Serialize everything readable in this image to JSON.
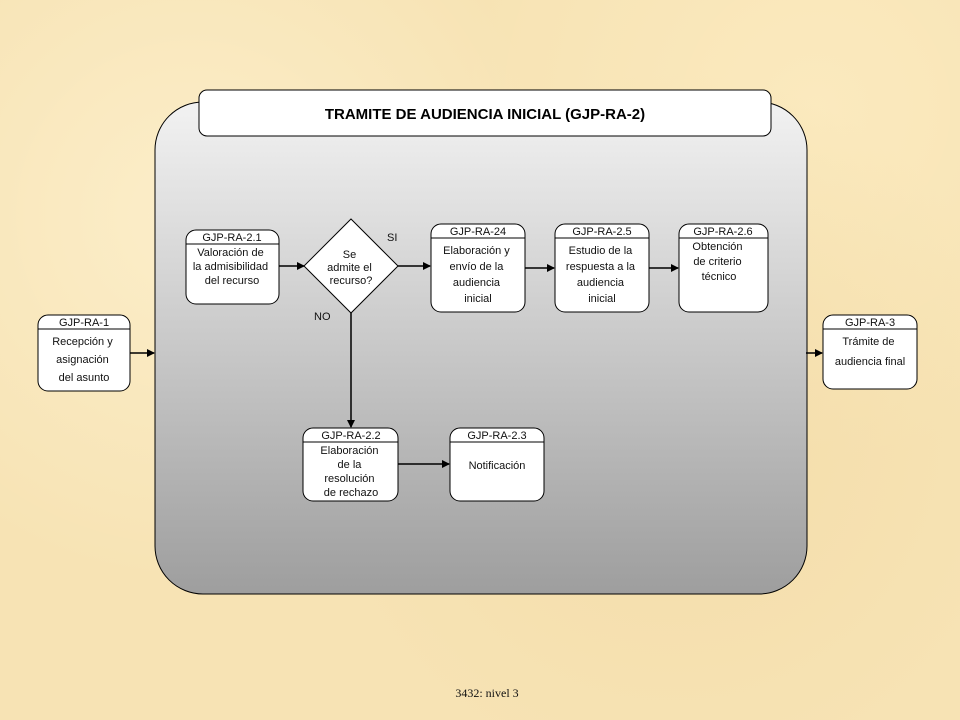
{
  "title": "TRAMITE DE AUDIENCIA INICIAL (GJP-RA-2)",
  "footer": "3432: nivel 3",
  "decision": {
    "lines": [
      "Se",
      "admite el",
      "recurso?"
    ],
    "yes_label": "SI",
    "no_label": "NO"
  },
  "boxes": {
    "ra1": {
      "code": "GJP-RA-1",
      "lines": [
        "Recepción y",
        "asignación",
        "del asunto"
      ]
    },
    "ra21": {
      "code": "GJP-RA-2.1",
      "lines": [
        "Valoración de",
        "la admisibilidad",
        "del recurso"
      ]
    },
    "ra24": {
      "code": "GJP-RA-24",
      "lines": [
        "Elaboración y",
        "envío de la",
        "audiencia",
        "inicial"
      ]
    },
    "ra25": {
      "code": "GJP-RA-2.5",
      "lines": [
        "Estudio de la",
        "respuesta a la",
        "audiencia",
        "inicial"
      ]
    },
    "ra26": {
      "code": "GJP-RA-2.6",
      "lines": [
        "Obtención",
        "de criterio",
        "técnico"
      ]
    },
    "ra22": {
      "code": "GJP-RA-2.2",
      "lines": [
        "Elaboración",
        "de la",
        "resolución",
        "de rechazo"
      ]
    },
    "ra23": {
      "code": "GJP-RA-2.3",
      "lines": [
        "Notificación"
      ]
    },
    "ra3": {
      "code": "GJP-RA-3",
      "lines": [
        "Trámite de",
        "audiencia final"
      ]
    }
  },
  "colors": {
    "panel_top": "#f2f2f2",
    "panel_bottom": "#9e9e9e",
    "box_fill": "#ffffff",
    "stroke": "#000000"
  }
}
